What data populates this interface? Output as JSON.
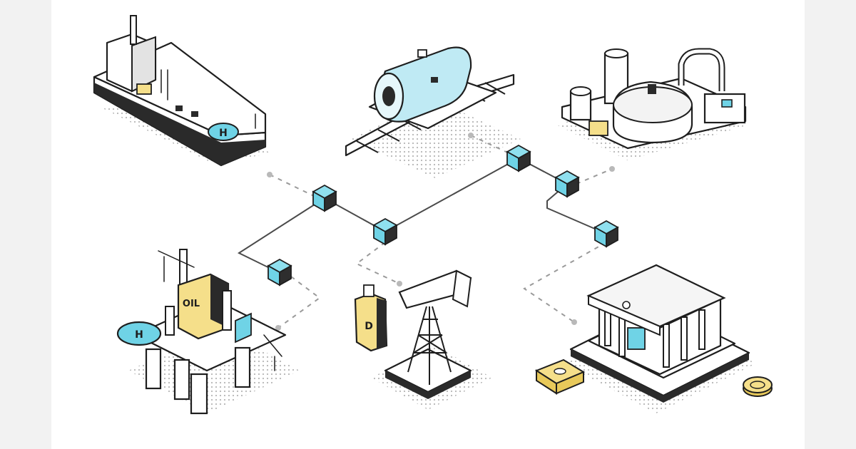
{
  "illustration": {
    "background": "#ffffff",
    "side_background": "#f2f2f2",
    "accent_cyan": "#6fd3e6",
    "accent_yellow": "#f5df8a",
    "ink": "#1e1e1e",
    "labels": {
      "ship_helipad": "H",
      "rig_helipad": "H",
      "rig_tank": "OIL",
      "pumpjack_tank": "D"
    },
    "icons": [
      "cargo-ship-icon",
      "rail-tank-car-icon",
      "refinery-icon",
      "oil-rig-icon",
      "pumpjack-icon",
      "bank-icon",
      "cash-stack-icon",
      "coin-icon",
      "blockchain-cube-icon"
    ]
  }
}
